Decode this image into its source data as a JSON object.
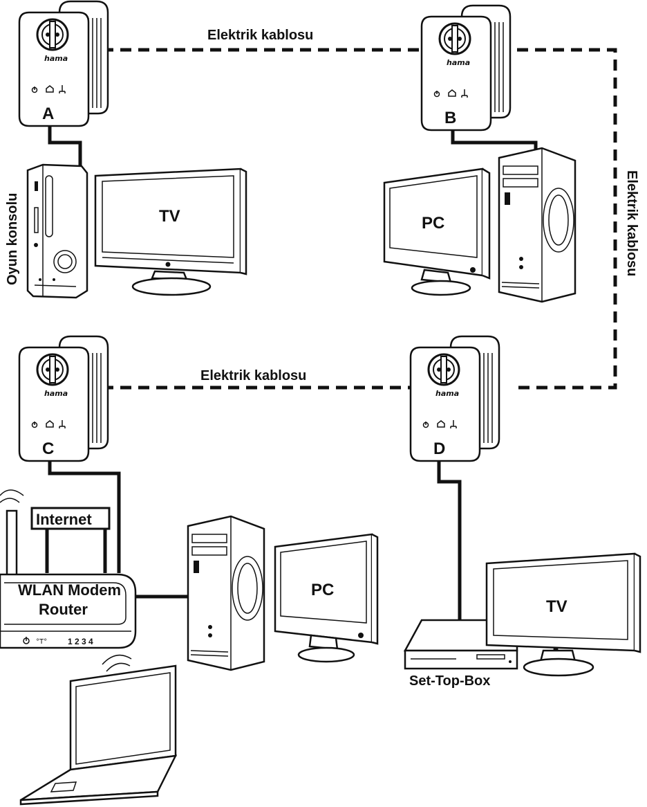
{
  "powerline_cables": {
    "top": "Elektrik kablosu",
    "right": "Elektrik kablosu",
    "middle": "Elektrik kablosu"
  },
  "adapters": [
    {
      "letter": "A",
      "brand": "hama"
    },
    {
      "letter": "B",
      "brand": "hama"
    },
    {
      "letter": "C",
      "brand": "hama"
    },
    {
      "letter": "D",
      "brand": "hama"
    }
  ],
  "devices": {
    "console": "Oyun konsolu",
    "tv_top": "TV",
    "pc_top": "PC",
    "internet": "Internet",
    "router_line1": "WLAN Modem",
    "router_line2": "Router",
    "router_ports": "1  2  3  4",
    "pc_bottom": "PC",
    "tv_bottom": "TV",
    "settop": "Set-Top-Box"
  }
}
